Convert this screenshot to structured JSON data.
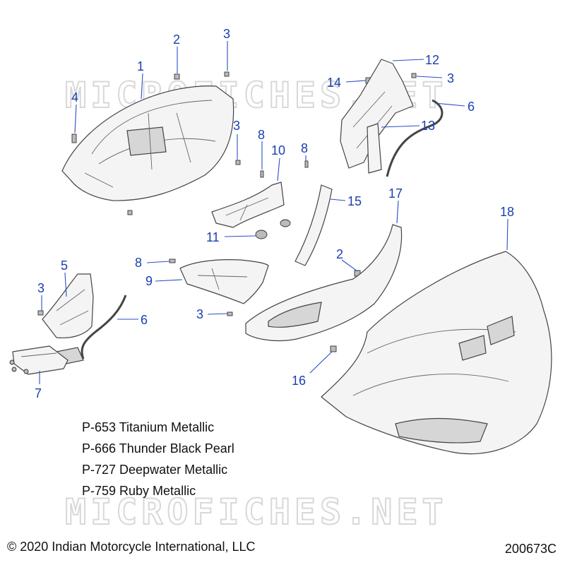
{
  "watermark": "MICROFICHES.NET",
  "callouts": [
    "1",
    "2",
    "3",
    "3",
    "3",
    "3",
    "4",
    "5",
    "6",
    "6",
    "7",
    "8",
    "8",
    "8",
    "9",
    "10",
    "11",
    "12",
    "13",
    "14",
    "15",
    "16",
    "17",
    "2",
    "18",
    "3"
  ],
  "paint_codes": [
    "P-653 Titanium Metallic",
    "P-666 Thunder Black Pearl",
    "P-727 Deepwater Metallic",
    "P-759 Ruby Metallic"
  ],
  "footer": {
    "copyright": "© 2020 Indian Motorcycle International, LLC",
    "diagram_id": "200673C"
  },
  "colors": {
    "callout": "#1a3fb0",
    "watermark": "#d8d8d8"
  }
}
